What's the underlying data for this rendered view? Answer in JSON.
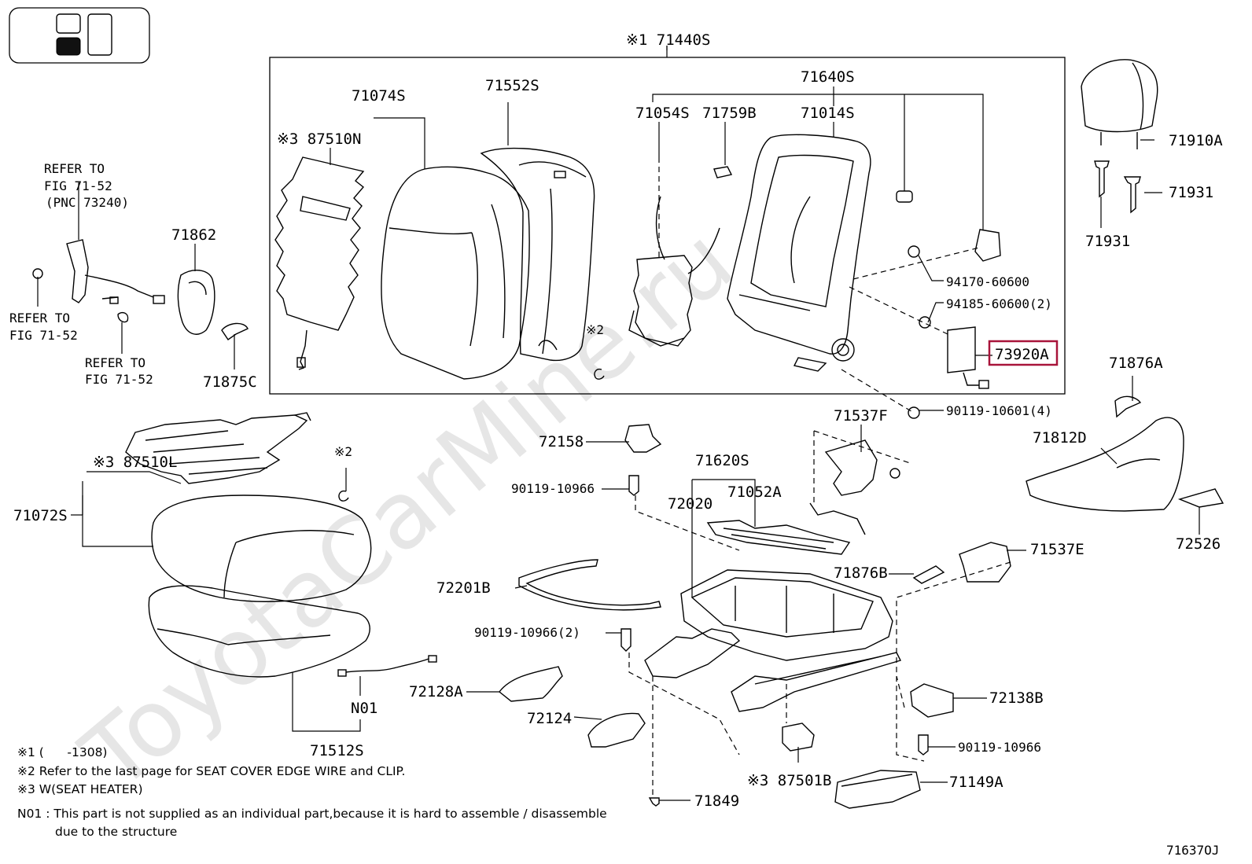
{
  "diagram_id": "71637OJ",
  "watermark": "ToyotaCarMine.ru",
  "highlighted_part": "73920A",
  "labels": {
    "p71440s": "※1 71440S",
    "p71074s": "71074S",
    "p71552s": "71552S",
    "p71640s": "71640S",
    "p71054s": "71054S",
    "p71759b": "71759B",
    "p71014s": "71014S",
    "p87510n": "※3 87510N",
    "p94170": "94170-60600",
    "p94185": "94185-60600(2)",
    "p73920a": "73920A",
    "p90119_10601": "90119-10601(4)",
    "p71910a": "71910A",
    "p71931a": "71931",
    "p71931b": "71931",
    "p71862": "71862",
    "p71875c": "71875C",
    "refer1a": "REFER TO",
    "refer1b": "FIG 71-52",
    "refer1c": "(PNC 73240)",
    "refer2a": "REFER TO",
    "refer2b": "FIG 71-52",
    "refer3a": "REFER TO",
    "refer3b": "FIG 71-52",
    "mark2_top": "※2",
    "mark2_mid": "※2",
    "p87510l": "※3 87510L",
    "p71072s": "71072S",
    "p72158": "72158",
    "p90119_10966a": "90119-10966",
    "p71620s": "71620S",
    "p72020": "72020",
    "p71052a": "71052A",
    "p71537f": "71537F",
    "p71876a": "71876A",
    "p71812d": "71812D",
    "p72526": "72526",
    "p71537e": "71537E",
    "p71876b": "71876B",
    "p72201b": "72201B",
    "p90119_10966_2": "90119-10966(2)",
    "p72128a": "72128A",
    "p72124": "72124",
    "p72138b": "72138B",
    "p90119_10966b": "90119-10966",
    "pn01": "N01",
    "p71512s": "71512S",
    "p87501b": "※3 87501B",
    "p71149a": "71149A",
    "p71849": "71849"
  },
  "notes": {
    "n1": "※1 (      -1308)",
    "n2": "※2 Refer to the last page for SEAT COVER EDGE WIRE and CLIP.",
    "n3": "※3 W(SEAT HEATER)",
    "n4": "N01 : This part is not supplied as an individual part,because it is hard to assemble / disassemble",
    "n5": "due to the structure"
  }
}
